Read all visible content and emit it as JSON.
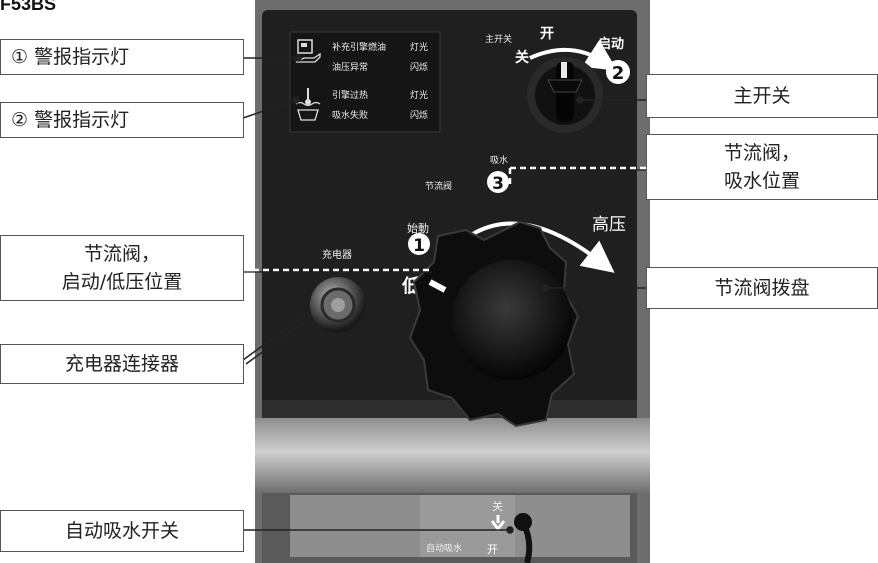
{
  "model": "F53BS",
  "callouts": {
    "warning1": "① 警报指示灯",
    "warning2": "② 警报指示灯",
    "main_switch": "主开关",
    "throttle_suction_line1": "节流阀，",
    "throttle_suction_line2": "吸水位置",
    "throttle_start_line1": "节流阀，",
    "throttle_start_line2": "启动/低压位置",
    "throttle_dial": "节流阀拨盘",
    "charger_connector": "充电器连接器",
    "auto_suction_switch": "自动吸水开关"
  },
  "panel": {
    "indicator_row1_text": "补充引擎燃油",
    "indicator_row1_status": "灯光",
    "indicator_row2_text": "油压异常",
    "indicator_row2_status": "闪烁",
    "indicator_row3_text": "引擎过热",
    "indicator_row3_status": "灯光",
    "indicator_row4_text": "吸水失败",
    "indicator_row4_status": "闪烁",
    "main_switch_label": "主开关",
    "on_label": "开",
    "off_label": "关",
    "start_label": "启动",
    "start_number": "2",
    "throttle_label": "节流阀",
    "suction_label": "吸水",
    "suction_number": "3",
    "starting_label": "始動",
    "starting_number": "1",
    "high_pressure_label": "高压",
    "low_label": "低",
    "charger_label": "充电器",
    "auto_switch_off": "关",
    "auto_switch_on": "开",
    "auto_switch_label": "自动吸水"
  }
}
